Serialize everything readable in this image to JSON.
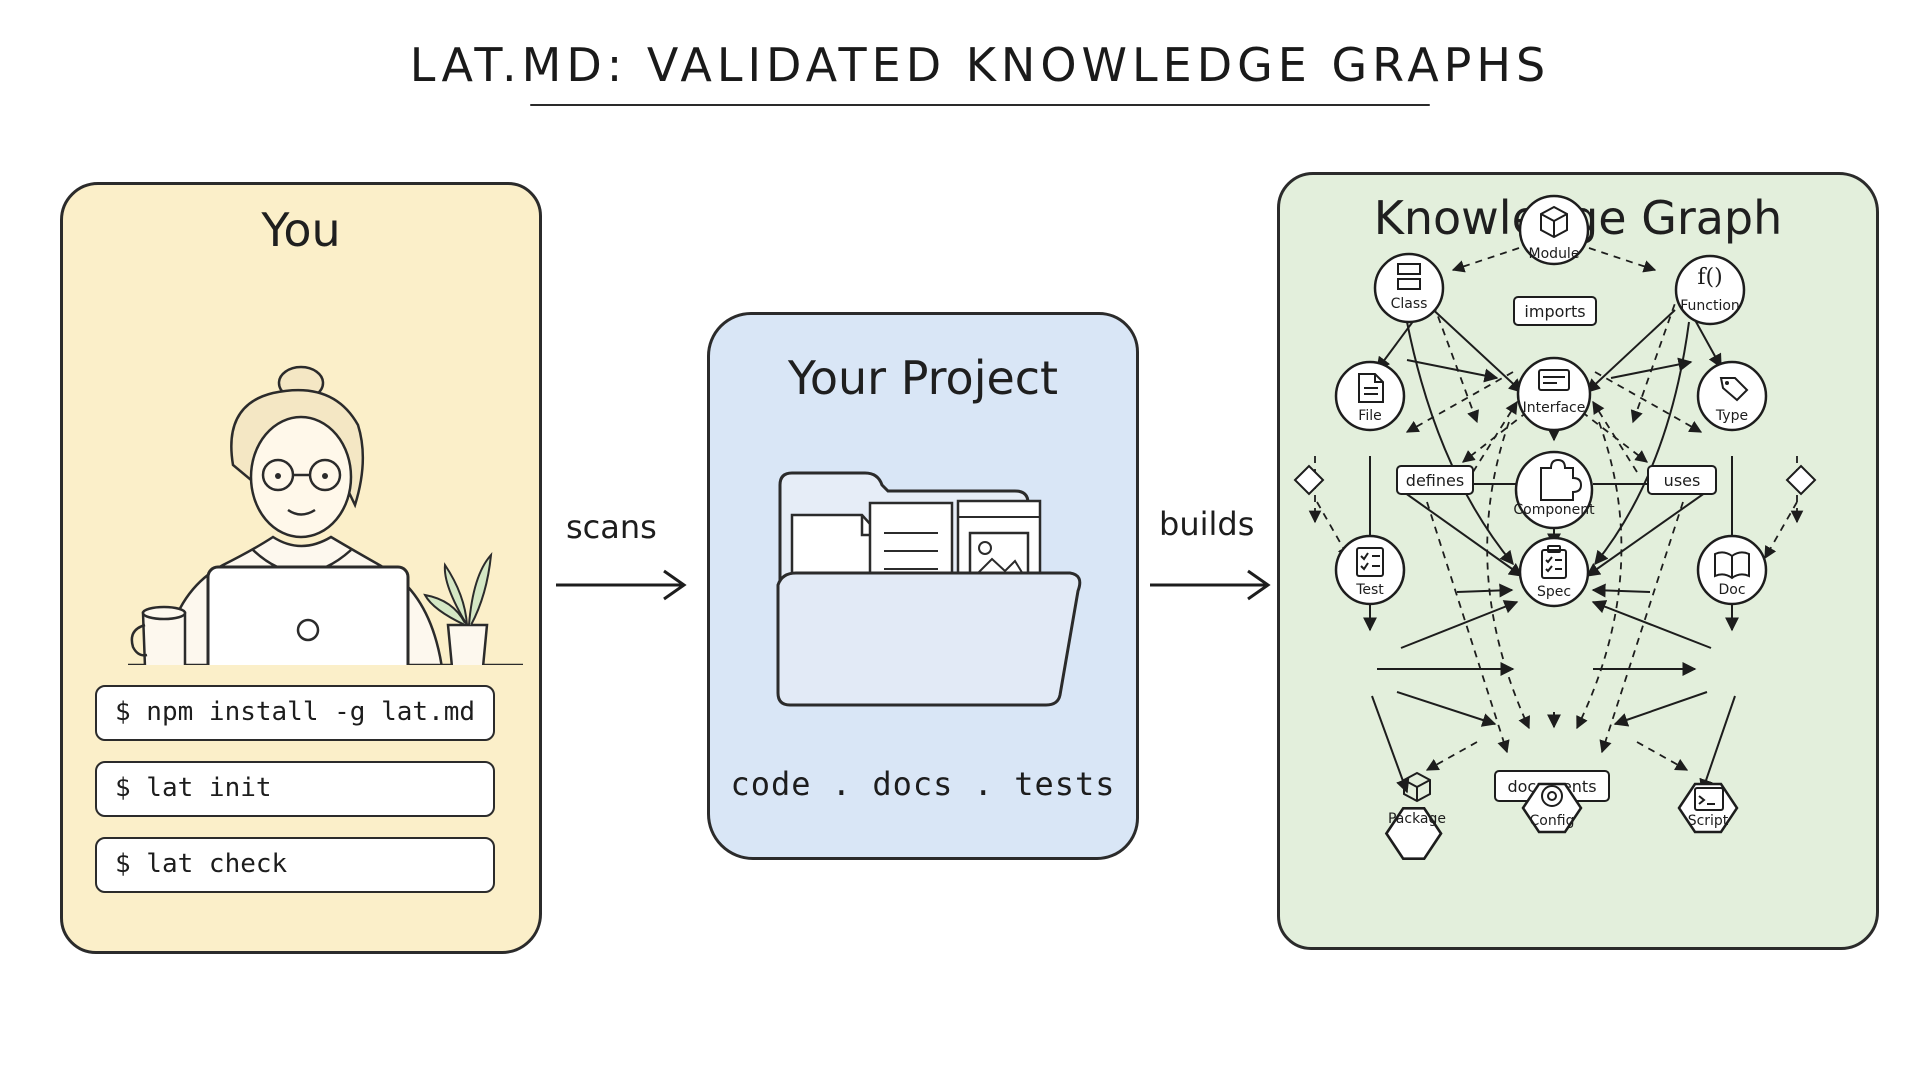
{
  "title": "LAT.MD: VALIDATED KNOWLEDGE GRAPHS",
  "you": {
    "title": "You",
    "commands": [
      "$ npm install -g lat.md",
      "$ lat init",
      "$ lat check"
    ]
  },
  "arrows": {
    "scans": "scans",
    "builds": "builds"
  },
  "project": {
    "title": "Your Project",
    "caption": "code . docs . tests"
  },
  "graph": {
    "title": "Knowledge Graph",
    "nodes": {
      "module": "Module",
      "class": "Class",
      "function": "Function",
      "file": "File",
      "interface": "Interface",
      "type": "Type",
      "component": "Component",
      "test": "Test",
      "spec": "Spec",
      "doc": "Doc",
      "package": "Package",
      "config": "Config",
      "script": "Script"
    },
    "edges": {
      "imports": "imports",
      "defines": "defines",
      "uses": "uses",
      "documents": "documents"
    }
  }
}
